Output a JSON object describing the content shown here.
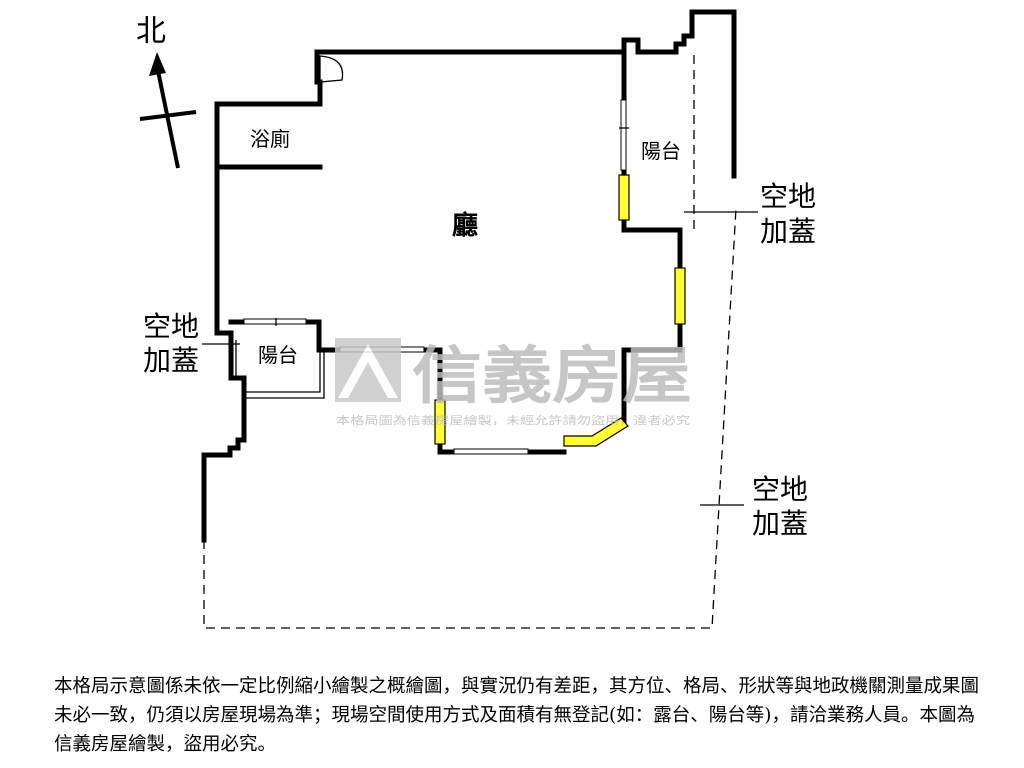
{
  "compass": {
    "north_label": "北"
  },
  "rooms": {
    "living_room": "廳",
    "bathroom": "浴廁",
    "balcony_right": "陽台",
    "balcony_left": "陽台"
  },
  "annotations": {
    "extension_right_upper": [
      "空地",
      "加蓋"
    ],
    "extension_left": [
      "空地",
      "加蓋"
    ],
    "extension_right_lower": [
      "空地",
      "加蓋"
    ]
  },
  "watermark": {
    "brand": "信義房屋",
    "notice": "本格局圖為信義房屋繪製，未經允許請勿盜用，違者必究"
  },
  "disclaimer": "本格局示意圖係未依一定比例縮小繪製之概繪圖，與實況仍有差距，其方位、格局、形狀等與地政機關測量成果圖未必一致，仍須以房屋現場為準；現場空間使用方式及面積有無登記(如：露台、陽台等)，請洽業務人員。本圖為信義房屋繪製，盜用必究。",
  "colors": {
    "window_fill": "#ffff33",
    "wall": "#000000",
    "watermark": "#bdbdbd"
  }
}
